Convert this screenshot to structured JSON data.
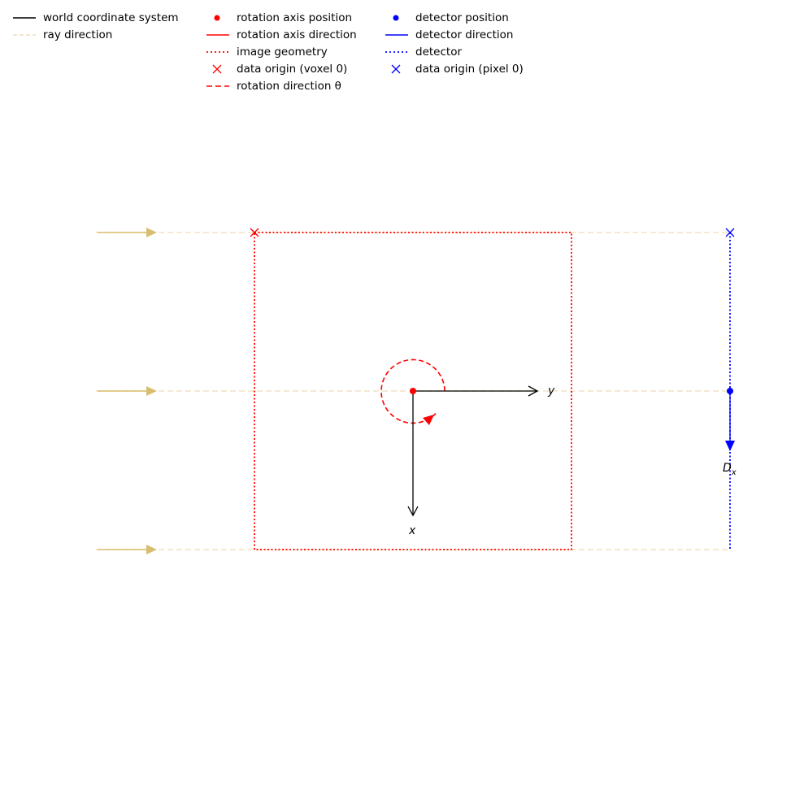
{
  "legend": {
    "col1": [
      {
        "label": "world coordinate system",
        "symbol": "solid-line",
        "color": "#000000"
      },
      {
        "label": "ray direction",
        "symbol": "dashed-line",
        "color": "#eedfb8"
      }
    ],
    "col2": [
      {
        "label": "rotation axis position",
        "symbol": "dot",
        "color": "#ff0000"
      },
      {
        "label": "rotation axis direction",
        "symbol": "solid-line",
        "color": "#ff0000"
      },
      {
        "label": "image geometry",
        "symbol": "dotted-line",
        "color": "#ff0000"
      },
      {
        "label": "data origin (voxel 0)",
        "symbol": "cross",
        "color": "#ff0000"
      },
      {
        "label": "rotation direction θ",
        "symbol": "dashed-line",
        "color": "#ff0000"
      }
    ],
    "col3": [
      {
        "label": "detector position",
        "symbol": "dot",
        "color": "#0000ff"
      },
      {
        "label": "detector direction",
        "symbol": "solid-line",
        "color": "#0000ff"
      },
      {
        "label": "detector",
        "symbol": "dotted-line",
        "color": "#0000ff"
      },
      {
        "label": "data origin (pixel 0)",
        "symbol": "cross",
        "color": "#0000ff"
      }
    ]
  },
  "labels": {
    "axis_x": "x",
    "axis_y": "y",
    "detector_dir_main": "D",
    "detector_dir_sub": "x"
  },
  "colors": {
    "world": "#000000",
    "ray_line": "#f3e2c3",
    "ray_arrow": "#d8bd6e",
    "image": "#ff0000",
    "detector": "#0000ff"
  }
}
